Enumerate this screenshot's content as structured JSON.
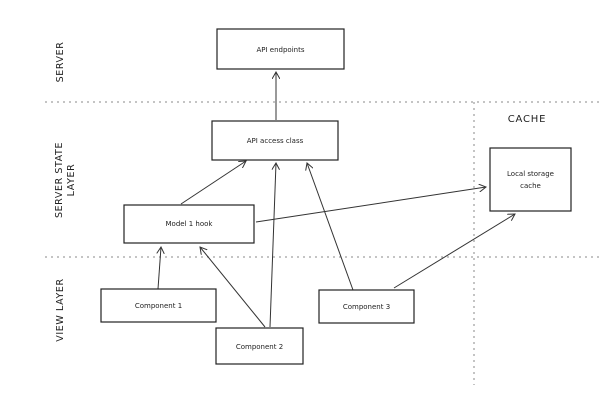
{
  "layers": {
    "server": "SERVER",
    "server_state_line1": "SERVER STATE",
    "server_state_line2": "LAYER",
    "view": "VIEW LAYER"
  },
  "cache_section": "CACHE",
  "nodes": {
    "api_endpoints": "API endpoints",
    "api_access_class": "API access class",
    "local_storage_line1": "Local storage",
    "local_storage_line2": "cache",
    "model_hook": "Model 1 hook",
    "component_1": "Component 1",
    "component_2": "Component 2",
    "component_3": "Component 3"
  },
  "edges": [
    {
      "from": "api_access_class",
      "to": "api_endpoints"
    },
    {
      "from": "model_hook",
      "to": "api_access_class"
    },
    {
      "from": "model_hook",
      "to": "local_storage_cache"
    },
    {
      "from": "component_1",
      "to": "model_hook"
    },
    {
      "from": "component_2",
      "to": "model_hook"
    },
    {
      "from": "component_2",
      "to": "api_access_class"
    },
    {
      "from": "component_3",
      "to": "api_access_class"
    },
    {
      "from": "component_3",
      "to": "local_storage_cache"
    }
  ],
  "colors": {
    "stroke": "#222222",
    "divider": "#888888",
    "background": "#ffffff"
  }
}
